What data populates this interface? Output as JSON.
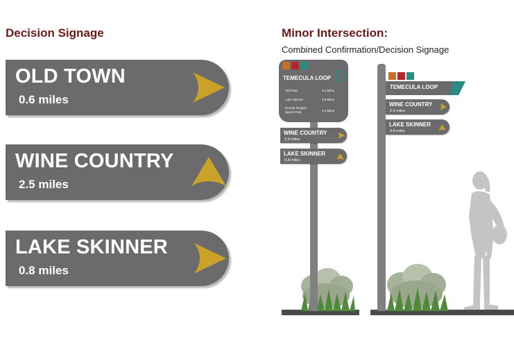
{
  "left": {
    "heading": "Decision Signage",
    "signs": [
      {
        "name": "OLD TOWN",
        "distance": "0.6 miles",
        "arrow": "right"
      },
      {
        "name": "WINE COUNTRY",
        "distance": "2.5 miles",
        "arrow": "up"
      },
      {
        "name": "LAKE SKINNER",
        "distance": "0.8 miles",
        "arrow": "right"
      }
    ]
  },
  "right": {
    "heading": "Minor Intersection:",
    "subheading": "Combined Confirmation/Decision Signage",
    "sign_a": {
      "loop_title": "TEMECULA LOOP",
      "destinations": [
        {
          "name": "Old Town",
          "distance": "0.3 Miles"
        },
        {
          "name": "Lake Skinner",
          "distance": "0.8 Miles"
        },
        {
          "name": "Ronald Reagan Sports Park",
          "distance": "1.2 Miles"
        }
      ],
      "blades": [
        {
          "name": "WINE COUNTRY",
          "distance": "2.5 miles",
          "arrow": "right"
        },
        {
          "name": "LAKE SKINNER",
          "distance": "0.8 miles",
          "arrow": "up"
        }
      ]
    },
    "sign_b": {
      "loop_title": "TEMECULA LOOP",
      "blades": [
        {
          "name": "WINE COUNTRY",
          "distance": "2.5 miles",
          "arrow": "right"
        },
        {
          "name": "LAKE SKINNER",
          "distance": "0.8 miles",
          "arrow": "up"
        }
      ]
    },
    "icons": [
      "hiker-icon",
      "bicycle-icon",
      "horse-rider-icon"
    ]
  },
  "colors": {
    "sign_gray": "#6b6b6d",
    "arrow_gold": "#c9a227",
    "heading_maroon": "#6b1a1a",
    "teal": "#2b8c84",
    "hiker_orange": "#c8702a",
    "bike_red": "#b3262d"
  }
}
